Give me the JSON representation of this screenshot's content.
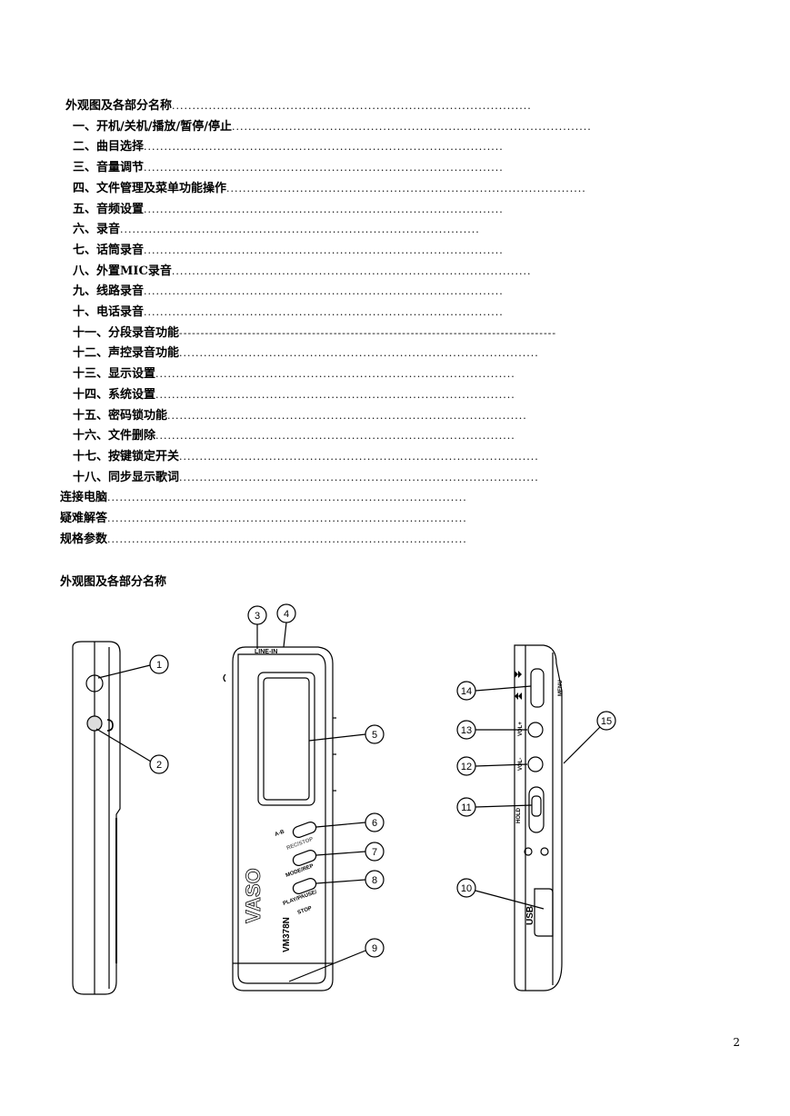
{
  "toc": [
    {
      "label": "外观图及各部分名称",
      "dots": "........................................................................................"
    },
    {
      "label": "一、开机/关机/播放/暂停/停止",
      "dots": "........................................................................................"
    },
    {
      "label": "二、曲目选择",
      "dots": "........................................................................................"
    },
    {
      "label": "三、音量调节",
      "dots": "........................................................................................"
    },
    {
      "label": "四、文件管理及菜单功能操作",
      "dots": "........................................................................................"
    },
    {
      "label": "五、音频设置",
      "dots": "........................................................................................"
    },
    {
      "label": "六、录音",
      "dots": "........................................................................................"
    },
    {
      "label": "七、话筒录音",
      "dots": "........................................................................................"
    },
    {
      "label": "八、外置MIC录音",
      "dots": "........................................................................................"
    },
    {
      "label": "九、线路录音",
      "dots": "........................................................................................"
    },
    {
      "label": "十、电话录音",
      "dots": "........................................................................................"
    },
    {
      "label": "十一、分段录音功能",
      "dots": "----------------------------------------------------------------------------------------"
    },
    {
      "label": "十二、声控录音功能",
      "dots": "........................................................................................"
    },
    {
      "label": "十三、显示设置",
      "dots": "........................................................................................"
    },
    {
      "label": "十四、系统设置",
      "dots": "........................................................................................"
    },
    {
      "label": "十五、密码锁功能",
      "dots": "........................................................................................"
    },
    {
      "label": "十六、文件删除",
      "dots": "........................................................................................"
    },
    {
      "label": "十七、按键锁定开关",
      "dots": "........................................................................................"
    },
    {
      "label": "十八、同步显示歌词",
      "dots": "........................................................................................"
    },
    {
      "label": "连接电脑",
      "dots": "........................................................................................"
    },
    {
      "label": "疑难解答",
      "dots": "........................................................................................"
    },
    {
      "label": "规格参数",
      "dots": "........................................................................................"
    }
  ],
  "section_title": "外观图及各部分名称",
  "diagram": {
    "callouts": [
      "1",
      "2",
      "3",
      "4",
      "5",
      "6",
      "7",
      "8",
      "9",
      "10",
      "11",
      "12",
      "13",
      "14",
      "15"
    ],
    "line_in": "LINE-IN",
    "ab": "A-B",
    "rec_stop": "REC/STOP",
    "mode_rep": "MODE/REP",
    "play_pause_stop_1": "PLAY/PAUSE/",
    "play_pause_stop_2": "STOP",
    "brand": "VASO",
    "model": "VM378N",
    "menu": "MENU",
    "vol_plus": "VOL+",
    "vol_minus": "VOL-",
    "hold": "HOLD",
    "usb": "USB"
  },
  "page_number": "2"
}
